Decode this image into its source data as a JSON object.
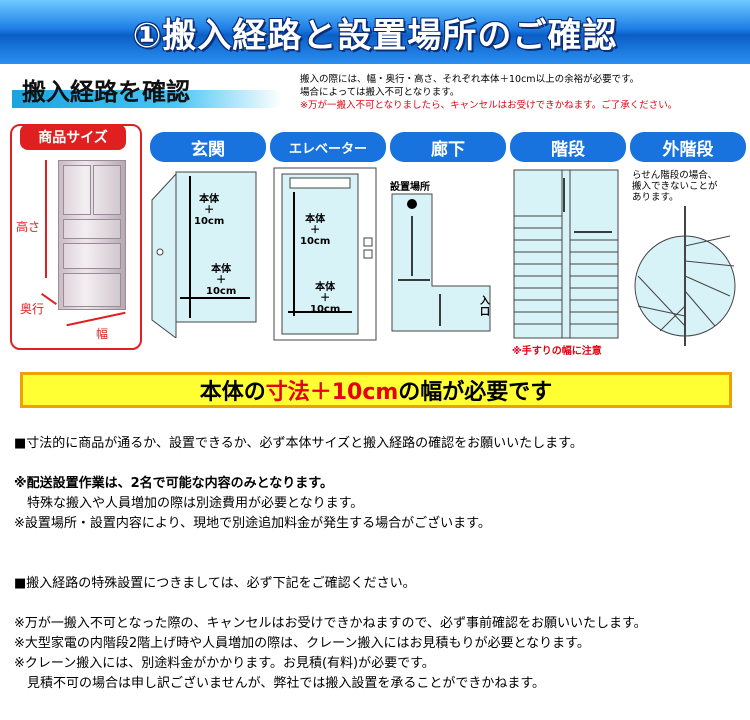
{
  "banner": {
    "title": "①搬入経路と設置場所のご確認"
  },
  "section": {
    "title": "搬入経路を確認",
    "note_line1": "搬入の際には、幅・奥行・高さ、それぞれ本体＋10cm以上の余裕が必要です。",
    "note_line2": "場合によっては搬入不可となります。",
    "note_line3": "※万が一搬入不可となりましたら、キャンセルはお受けできかねます。ご了承ください。"
  },
  "product": {
    "tab": "商品サイズ",
    "height_label": "高さ",
    "depth_label": "奥行",
    "width_label": "幅"
  },
  "routes": {
    "entrance": "玄関",
    "elevator": "エレベーター",
    "hallway": "廊下",
    "stairs": "階段",
    "outer_stairs": "外階段"
  },
  "diagrams": {
    "body_plus_1": "本体\n＋\n10cm",
    "body_plus_2": "本体\n＋\n10cm",
    "elev_body_1": "本体\n＋\n10cm",
    "elev_body_2": "本体\n＋\n10cm",
    "install_place": "設置場所",
    "entry": "入\n口",
    "handrail_note": "※手すりの幅に注意",
    "spiral_note": "らせん階段の場合、\n搬入できないことが\nあります。"
  },
  "highlight": {
    "part1": "本体の",
    "part2": "寸法＋10cm",
    "part3": "の幅が必要です"
  },
  "body": {
    "l1": "■寸法的に商品が通るか、設置できるか、必ず本体サイズと搬入経路の確認をお願いいたします。",
    "l2": "※配送設置作業は、2名で可能な内容のみとなります。",
    "l3": "　特殊な搬入や人員増加の際は別途費用が必要となります。",
    "l4": "※設置場所・設置内容により、現地で別途追加料金が発生する場合がございます。",
    "l5": "■搬入経路の特殊設置につきましては、必ず下記をご確認ください。",
    "l6": "※万が一搬入不可となった際の、キャンセルはお受けできかねますので、必ず事前確認をお願いいたします。",
    "l7": "※大型家電の内階段2階上げ時や人員増加の際は、クレーン搬入にはお見積もりが必要となります。",
    "l8": "※クレーン搬入には、別途料金がかかります。お見積(有料)が必要です。",
    "l9": "　見積不可の場合は申し訳ございませんが、弊社では搬入設置を承ることができかねます。"
  }
}
